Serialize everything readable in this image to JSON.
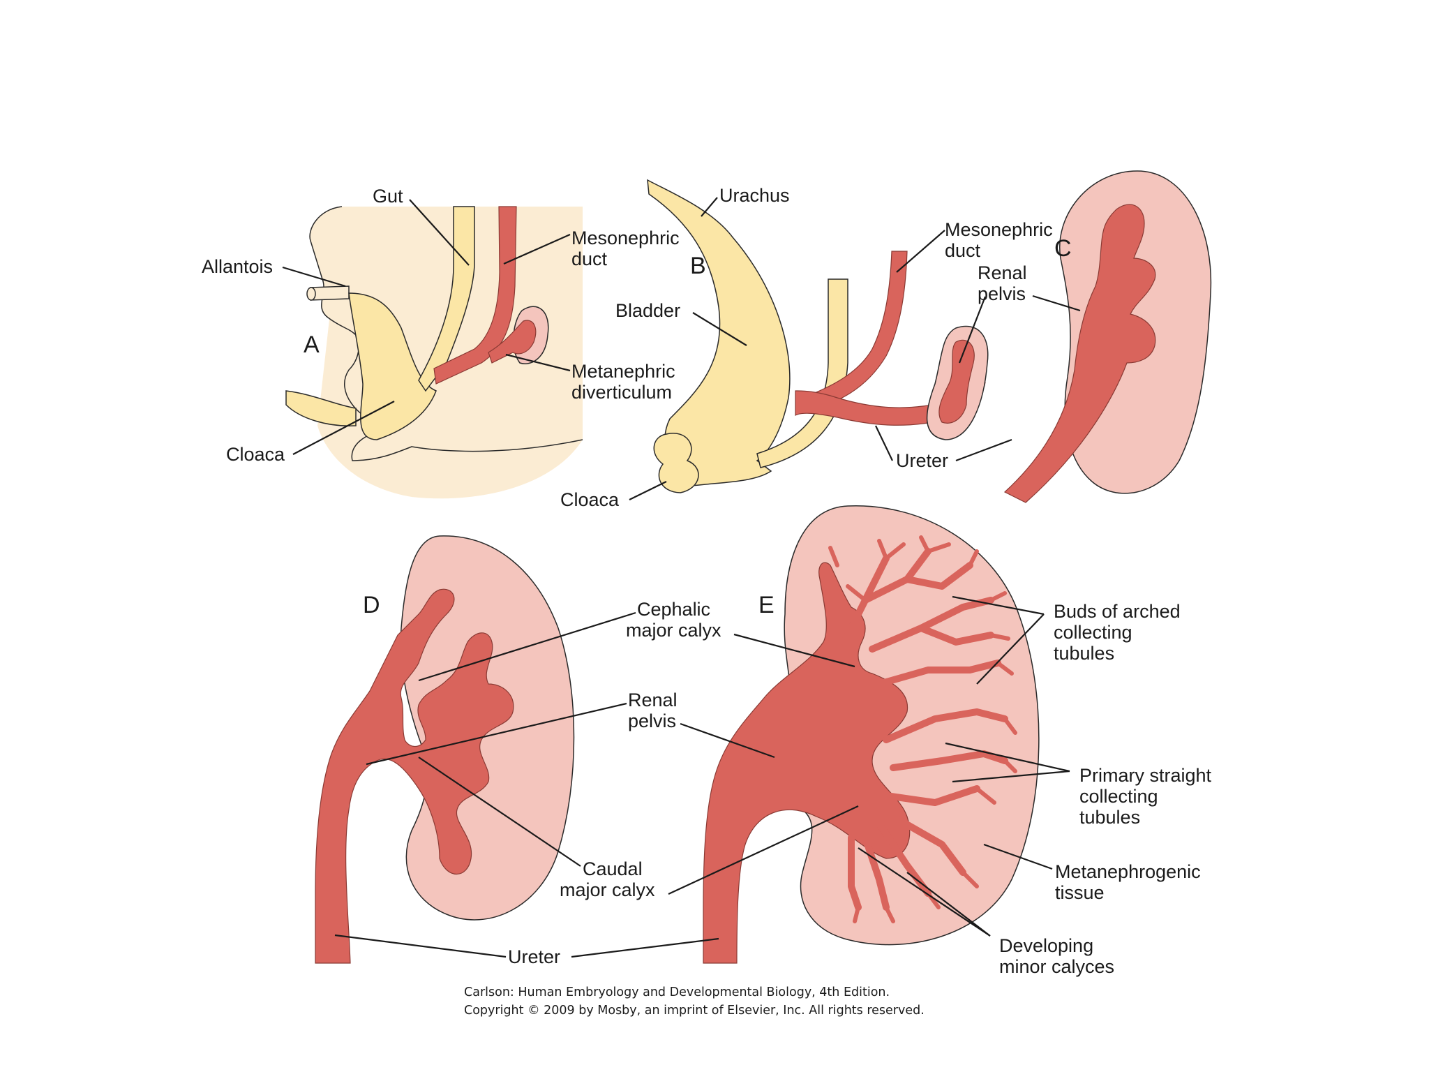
{
  "panels": {
    "a": "A",
    "b": "B",
    "c": "C",
    "d": "D",
    "e": "E"
  },
  "labels": {
    "gut": "Gut",
    "allantois": "Allantois",
    "mesonephric_duct_a": [
      "Mesonephric",
      "duct"
    ],
    "metanephric_diverticulum": [
      "Metanephric",
      "diverticulum"
    ],
    "cloaca_a": "Cloaca",
    "urachus": "Urachus",
    "bladder": "Bladder",
    "cloaca_b": "Cloaca",
    "mesonephric_duct_b": [
      "Mesonephric",
      "duct"
    ],
    "renal_pelvis_c": [
      "Renal",
      "pelvis"
    ],
    "ureter_c": "Ureter",
    "cephalic_major_calyx": [
      "Cephalic",
      "major calyx"
    ],
    "renal_pelvis_de": [
      "Renal",
      "pelvis"
    ],
    "caudal_major_calyx": [
      "Caudal",
      "major calyx"
    ],
    "ureter_de": "Ureter",
    "buds_arched": [
      "Buds of arched",
      "collecting",
      "tubules"
    ],
    "primary_straight": [
      "Primary straight",
      "collecting",
      "tubules"
    ],
    "metanephrogenic": [
      "Metanephrogenic",
      "tissue"
    ],
    "developing_minor": [
      "Developing",
      "minor calyces"
    ]
  },
  "credit": [
    "Carlson: Human Embryology and Developmental Biology, 4th Edition.",
    "Copyright © 2009 by Mosby, an imprint of Elsevier, Inc. All rights reserved."
  ],
  "colors": {
    "duct": "#d9645c",
    "kidney_tissue": "#f4c5bd",
    "cream": "#fbecd3",
    "yellow": "#fbe6a6"
  }
}
